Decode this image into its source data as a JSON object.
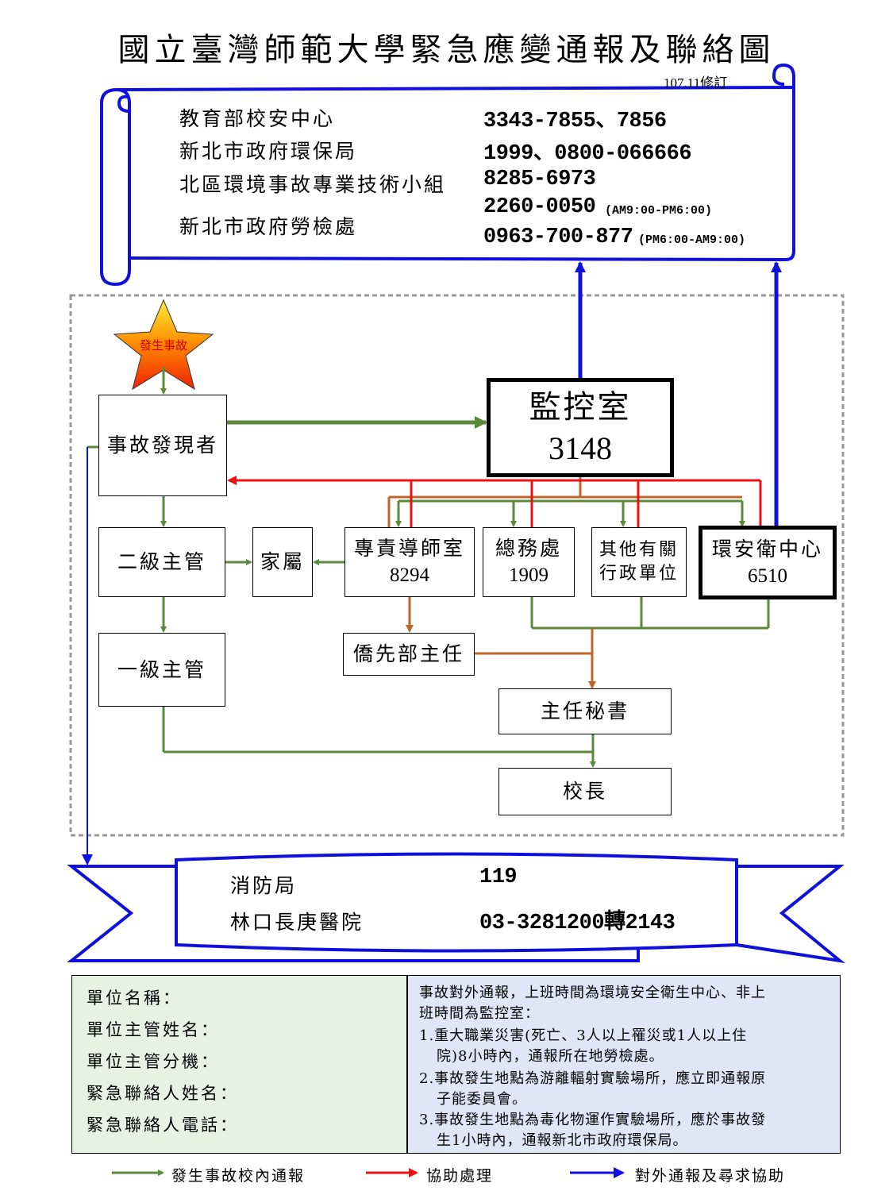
{
  "title": "國立臺灣師範大學緊急應變通報及聯絡圖",
  "revision": "107.11修訂",
  "contacts_top": [
    {
      "name": "教育部校安中心",
      "phone": "3343-7855、7856"
    },
    {
      "name": "新北市政府環保局",
      "phone": "1999、0800-066666"
    },
    {
      "name": "北區環境事故專業技術小組",
      "phone": "8285-6973"
    },
    {
      "name": "新北市政府勞檢處",
      "phone": "2260-0050",
      "phone_note": "(AM9:00-PM6:00)",
      "phone2": "0963-700-877",
      "phone2_note": "(PM6:00-AM9:00)"
    }
  ],
  "star_label": "發生事故",
  "nodes": {
    "discoverer": "事故發現者",
    "monitor_title": "監控室",
    "monitor_ext": "3148",
    "level2": "二級主管",
    "family": "家屬",
    "tutor_title": "專責導師室",
    "tutor_ext": "8294",
    "general_title": "總務處",
    "general_ext": "1909",
    "other_line1": "其他有關",
    "other_line2": "行政單位",
    "safety_title": "環安衛中心",
    "safety_ext": "6510",
    "level1": "一級主管",
    "overseas": "僑先部主任",
    "secretary": "主任秘書",
    "president": "校長"
  },
  "contacts_bottom": [
    {
      "name": "消防局",
      "phone": "119"
    },
    {
      "name": "林口長庚醫院",
      "phone": "03-3281200轉2143"
    }
  ],
  "unit_fields": [
    "單位名稱：",
    "單位主管姓名：",
    "單位主管分機：",
    "緊急聯絡人姓名：",
    "緊急聯絡人電話："
  ],
  "notes": {
    "intro_line1": "事故對外通報，上班時間為環境安全衛生中心、非上",
    "intro_line2": "班時間為監控室：",
    "item1_line1": "1.重大職業災害(死亡、3人以上罹災或1人以上住",
    "item1_line2": "院)8小時內，通報所在地勞檢處。",
    "item2_line1": "2.事故發生地點為游離輻射實驗場所，應立即通報原",
    "item2_line2": "子能委員會。",
    "item3_line1": "3.事故發生地點為毒化物運作實驗場所，應於事故發",
    "item3_line2": "生1小時內，通報新北市政府環保局。"
  },
  "legend": [
    {
      "label": "發生事故校內通報",
      "color": "#5a8a3a"
    },
    {
      "label": "協助處理",
      "color": "#ee1111"
    },
    {
      "label": "對外通報及尋求協助",
      "color": "#1010dd"
    }
  ],
  "colors": {
    "green": "#5a8a3a",
    "red": "#ee1111",
    "blue": "#1010dd",
    "orange": "#c0662a"
  }
}
